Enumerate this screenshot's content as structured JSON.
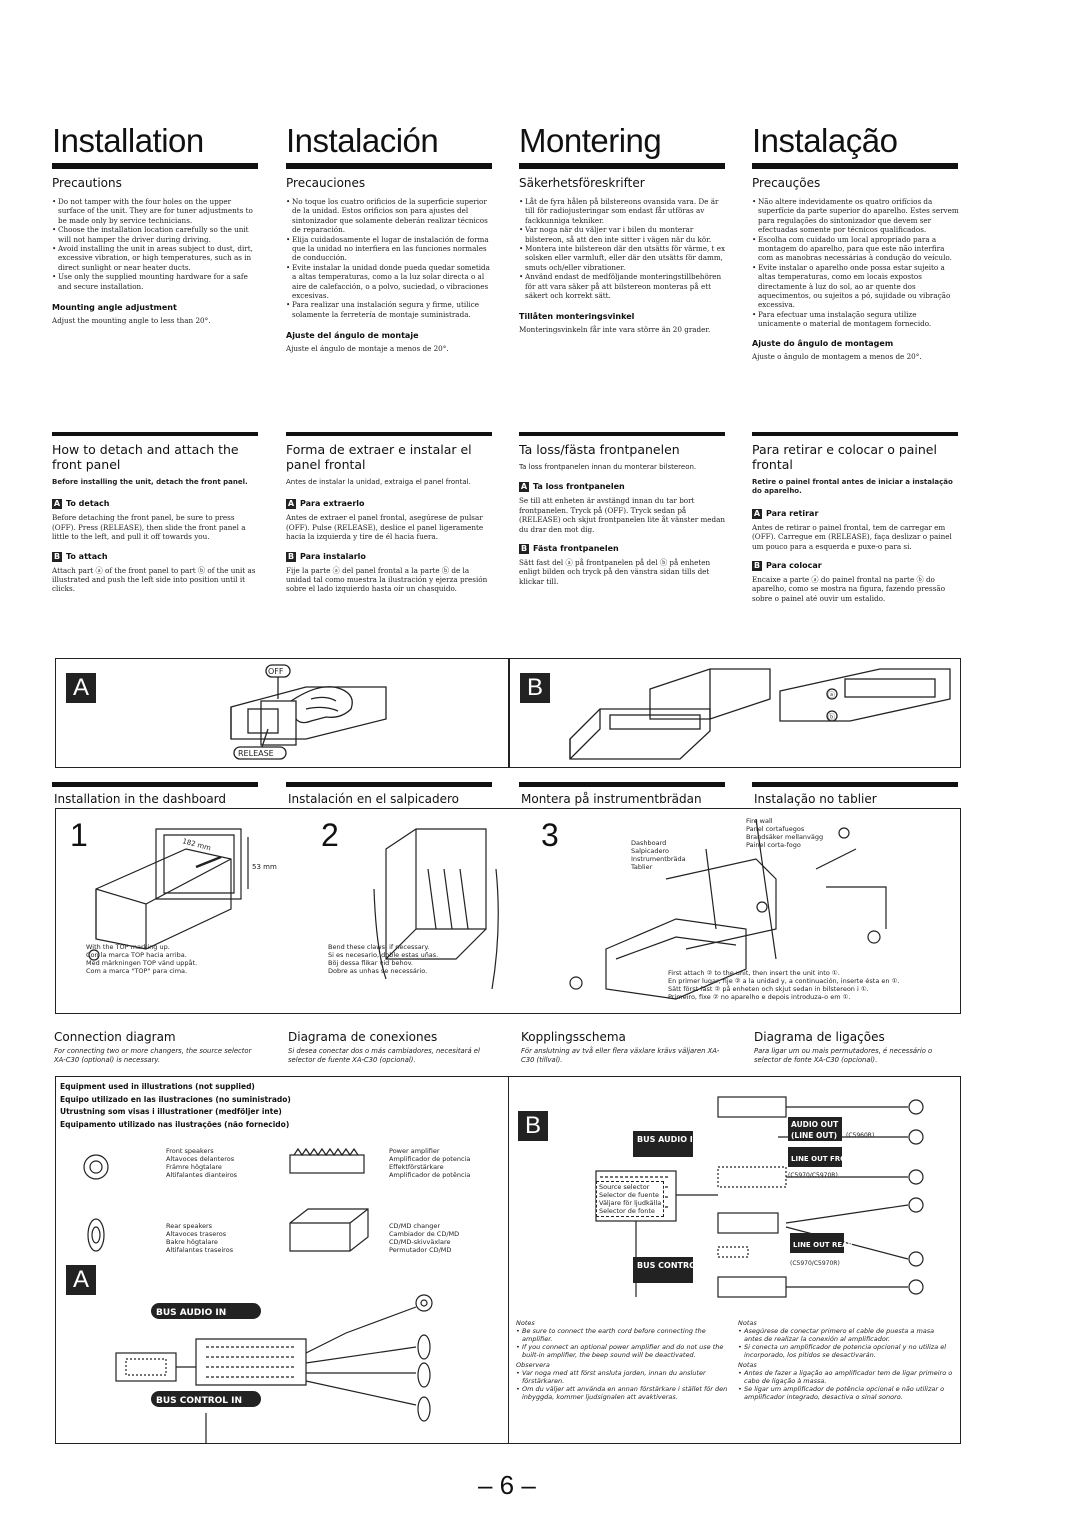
{
  "titles": {
    "en": "Installation",
    "es": "Instalación",
    "sv": "Montering",
    "pt": "Instalação"
  },
  "precautions": {
    "en": {
      "heading": "Precautions",
      "items": [
        "Do not tamper with the four holes on the upper surface of the unit. They are for tuner adjustments to be made only by service technicians.",
        "Choose the installation location carefully so the unit will not hamper the driver during driving.",
        "Avoid installing the unit in areas subject to dust, dirt, excessive vibration, or high temperatures, such as in direct sunlight or near heater ducts.",
        "Use only the supplied mounting hardware for a safe and secure installation."
      ],
      "sub": "Mounting angle adjustment",
      "sub_text": "Adjust the mounting angle to less than 20°."
    },
    "es": {
      "heading": "Precauciones",
      "items": [
        "No toque los cuatro orificios de la superficie superior de la unidad. Estos orificios son para ajustes del sintonizador que solamente deberán realizar técnicos de reparación.",
        "Elija cuidadosamente el lugar de instalación de forma que la unidad no interfiera en las funciones normales de conducción.",
        "Evite instalar la unidad donde pueda quedar sometida a altas temperaturas, como a la luz solar directa o al aire de calefacción, o a polvo, suciedad, o vibraciones excesivas.",
        "Para realizar una instalación segura y firme, utilice solamente la ferretería de montaje suministrada."
      ],
      "sub": "Ajuste del ángulo de montaje",
      "sub_text": "Ajuste el ángulo de montaje a menos de 20°."
    },
    "sv": {
      "heading": "Säkerhetsföreskrifter",
      "items": [
        "Låt de fyra hålen på bilstereons ovansida vara. De är till för radiojusteringar som endast får utföras av fackkunniga tekniker.",
        "Var noga när du väljer var i bilen du monterar bilstereon, så att den inte sitter i vägen när du kör.",
        "Montera inte bilstereon där den utsätts för värme, t ex solsken eller varmluft, eller där den utsätts för damm, smuts och/eller vibrationer.",
        "Använd endast de medföljande monteringstillbehören för att vara säker på att bilstereon monteras på ett säkert och korrekt sätt."
      ],
      "sub": "Tillåten monteringsvinkel",
      "sub_text": "Monteringsvinkeln får inte vara större än 20 grader."
    },
    "pt": {
      "heading": "Precauções",
      "items": [
        "Não altere indevidamente os quatro orifícios da superfície da parte superior do aparelho. Estes servem para regulações do sintonizador que devem ser efectuadas somente por técnicos qualificados.",
        "Escolha com cuidado um local apropriado para a montagem do aparelho, para que este não interfira com as manobras necessárias à condução do veículo.",
        "Evite instalar o aparelho onde possa estar sujeito a altas temperaturas, como em locais expostos directamente à luz do sol, ao ar quente dos aquecimentos, ou sujeitos a pó, sujidade ou vibração excessiva.",
        "Para efectuar uma instalação segura utilize unicamente o material de montagem fornecido."
      ],
      "sub": "Ajuste do ângulo de montagem",
      "sub_text": "Ajuste o ângulo de montagem a menos de 20°."
    }
  },
  "detach": {
    "en": {
      "heading": "How to detach and attach the front panel",
      "intro": "Before installing the unit, detach the front panel.",
      "a_title": "To detach",
      "a_text": "Before detaching the front panel, be sure to press (OFF). Press (RELEASE), then slide the front panel a little to the left, and pull it off towards you.",
      "b_title": "To attach",
      "b_text": "Attach part ⓐ of the front panel to part ⓑ of the unit as illustrated and push the left side into position until it clicks."
    },
    "es": {
      "heading": "Forma de extraer e instalar el panel frontal",
      "intro": "Antes de instalar la unidad, extraiga el panel frontal.",
      "a_title": "Para extraerlo",
      "a_text": "Antes de extraer el panel frontal, asegúrese de pulsar (OFF). Pulse (RELEASE), deslice el panel ligeramente hacia la izquierda y tire de él hacia fuera.",
      "b_title": "Para instalarlo",
      "b_text": "Fije la parte ⓐ del panel frontal a la parte ⓑ de la unidad tal como muestra la ilustración y ejerza presión sobre el lado izquierdo hasta oír un chasquido."
    },
    "sv": {
      "heading": "Ta loss/fästa frontpanelen",
      "intro": "Ta loss frontpanelen innan du monterar bilstereon.",
      "a_title": "Ta loss frontpanelen",
      "a_text": "Se till att enheten är avstängd innan du tar bort frontpanelen. Tryck på (OFF). Tryck sedan på (RELEASE) och skjut frontpanelen lite åt vänster medan du drar den mot dig.",
      "b_title": "Fästa frontpanelen",
      "b_text": "Sätt fast del ⓐ på frontpanelen på del ⓑ på enheten enligt bilden och tryck på den vänstra sidan tills det klickar till."
    },
    "pt": {
      "heading": "Para retirar e colocar o painel frontal",
      "intro": "Retire o painel frontal antes de iniciar a instalação do aparelho.",
      "a_title": "Para retirar",
      "a_text": "Antes de retirar o painel frontal, tem de carregar em (OFF). Carregue em (RELEASE), faça deslizar o painel um pouco para a esquerda e puxe-o para si.",
      "b_title": "Para colocar",
      "b_text": "Encaixe a parte ⓐ do painel frontal na parte ⓑ do aparelho, como se mostra na figura, fazendo pressão sobre o painel até ouvir um estalido."
    }
  },
  "fig_ab": {
    "a_letter": "A",
    "b_letter": "B",
    "off_label": "OFF",
    "release_label": "RELEASE",
    "part_a": "ⓐ",
    "part_b": "ⓑ"
  },
  "dashboard": {
    "en": "Installation in the dashboard",
    "es": "Instalación en el salpicadero",
    "sv": "Montera på instrumentbrädan",
    "pt": "Instalação no tablier",
    "step1": "1",
    "step2": "2",
    "step3": "3",
    "dim1": "182 mm",
    "dim2": "53 mm",
    "step1_caption": [
      "With the TOP marking up.",
      "Con la marca TOP hacia arriba.",
      "Med märkningen TOP vänd uppåt.",
      "Com a marca \"TOP\" para cima."
    ],
    "step2_caption": [
      "Bend these claws, if necessary.",
      "Si es necesario, doble estas uñas.",
      "Böj dessa flikar vid behov.",
      "Dobre as unhas se necessário."
    ],
    "dash_labels": [
      "Dashboard",
      "Salpicadero",
      "Instrumentbräda",
      "Tablier"
    ],
    "fire_labels": [
      "Fire wall",
      "Panel cortafuegos",
      "Brandsäker mellanvägg",
      "Painel corta-fogo"
    ],
    "step3_caption": [
      "First attach ② to the unit, then insert the unit into ①.",
      "En primer lugar, fije ② a la unidad y, a continuación, inserte ésta en ①.",
      "Sätt först fast ② på enheten och skjut sedan in bilstereon i ①.",
      "Primeiro, fixe ② no aparelho e depois introduza-o em ①."
    ]
  },
  "connection": {
    "en": {
      "heading": "Connection diagram",
      "text": "For connecting two or more changers, the source selector XA-C30 (optional) is necessary."
    },
    "es": {
      "heading": "Diagrama de conexiones",
      "text": "Si desea conectar dos o más cambiadores, necesitará el selector de fuente XA-C30 (opcional)."
    },
    "sv": {
      "heading": "Kopplingsschema",
      "text": "För anslutning av två eller flera växlare krävs väljaren XA-C30 (tillval)."
    },
    "pt": {
      "heading": "Diagrama de ligações",
      "text": "Para ligar um ou mais permutadores, é necessário o selector de fonte XA-C30 (opcional)."
    },
    "equip_lines": [
      "Equipment used in illustrations (not supplied)",
      "Equipo utilizado en las ilustraciones (no suministrado)",
      "Utrustning som visas i illustrationer (medföljer inte)",
      "Equipamento utilizado nas ilustrações (não fornecido)"
    ],
    "front_speakers": [
      "Front speakers",
      "Altavoces delanteros",
      "Främre högtalare",
      "Altifalantes dianteiros"
    ],
    "rear_speakers": [
      "Rear speakers",
      "Altavoces traseros",
      "Bakre högtalare",
      "Altifalantes traseiros"
    ],
    "power_amp": [
      "Power amplifier",
      "Amplificador de potencia",
      "Effektförstärkare",
      "Amplificador de potência"
    ],
    "changer": [
      "CD/MD changer",
      "Cambiador de CD/MD",
      "CD/MD-skivväxlare",
      "Permutador CD/MD"
    ],
    "bus_audio_in": "BUS AUDIO IN",
    "bus_control_in": "BUS CONTROL IN",
    "bus_audio": "BUS AUDIO IN",
    "bus_control": "BUS CONTROL IN",
    "audio_out": "AUDIO OUT",
    "line_out_paren": "(LINE OUT)",
    "model_a": "(C5960R)",
    "line_out_front": "LINE OUT FRONT",
    "model_b": "(C5970/C5970R)",
    "line_out_rear": "LINE OUT REAR",
    "model_c": "(C5970/C5970R)",
    "source_selector": [
      "Source selector",
      "Selector de fuente",
      "Väljare för ljudkälla",
      "Selector de fonte"
    ],
    "letter_a": "A",
    "letter_b": "B"
  },
  "notes": {
    "en_title": "Notes",
    "en": [
      "Be sure to connect the earth cord before connecting the amplifier.",
      "If you connect an optional power amplifier and do not use the built-in amplifier, the beep sound will be deactivated."
    ],
    "sv_title": "Observera",
    "sv": [
      "Var noga med att först ansluta jorden, innan du ansluter förstärkaren.",
      "Om du väljer att använda en annan förstärkare i stället för den inbyggda, kommer ljudsignalen att avaktiveras."
    ],
    "es_title": "Notas",
    "es": [
      "Asegúrese de conectar primero el cable de puesta a masa antes de realizar la conexión al amplificador.",
      "Si conecta un amplificador de potencia opcional y no utiliza el incorporado, los pitidos se desactivarán."
    ],
    "pt_title": "Notas",
    "pt": [
      "Antes de fazer a ligação ao amplificador tem de ligar primeiro o cabo de ligação à massa.",
      "Se ligar um amplificador de potência opcional e não utilizar o amplificador integrado, desactiva o sinal sonoro."
    ]
  },
  "page_number": "– 6 –"
}
